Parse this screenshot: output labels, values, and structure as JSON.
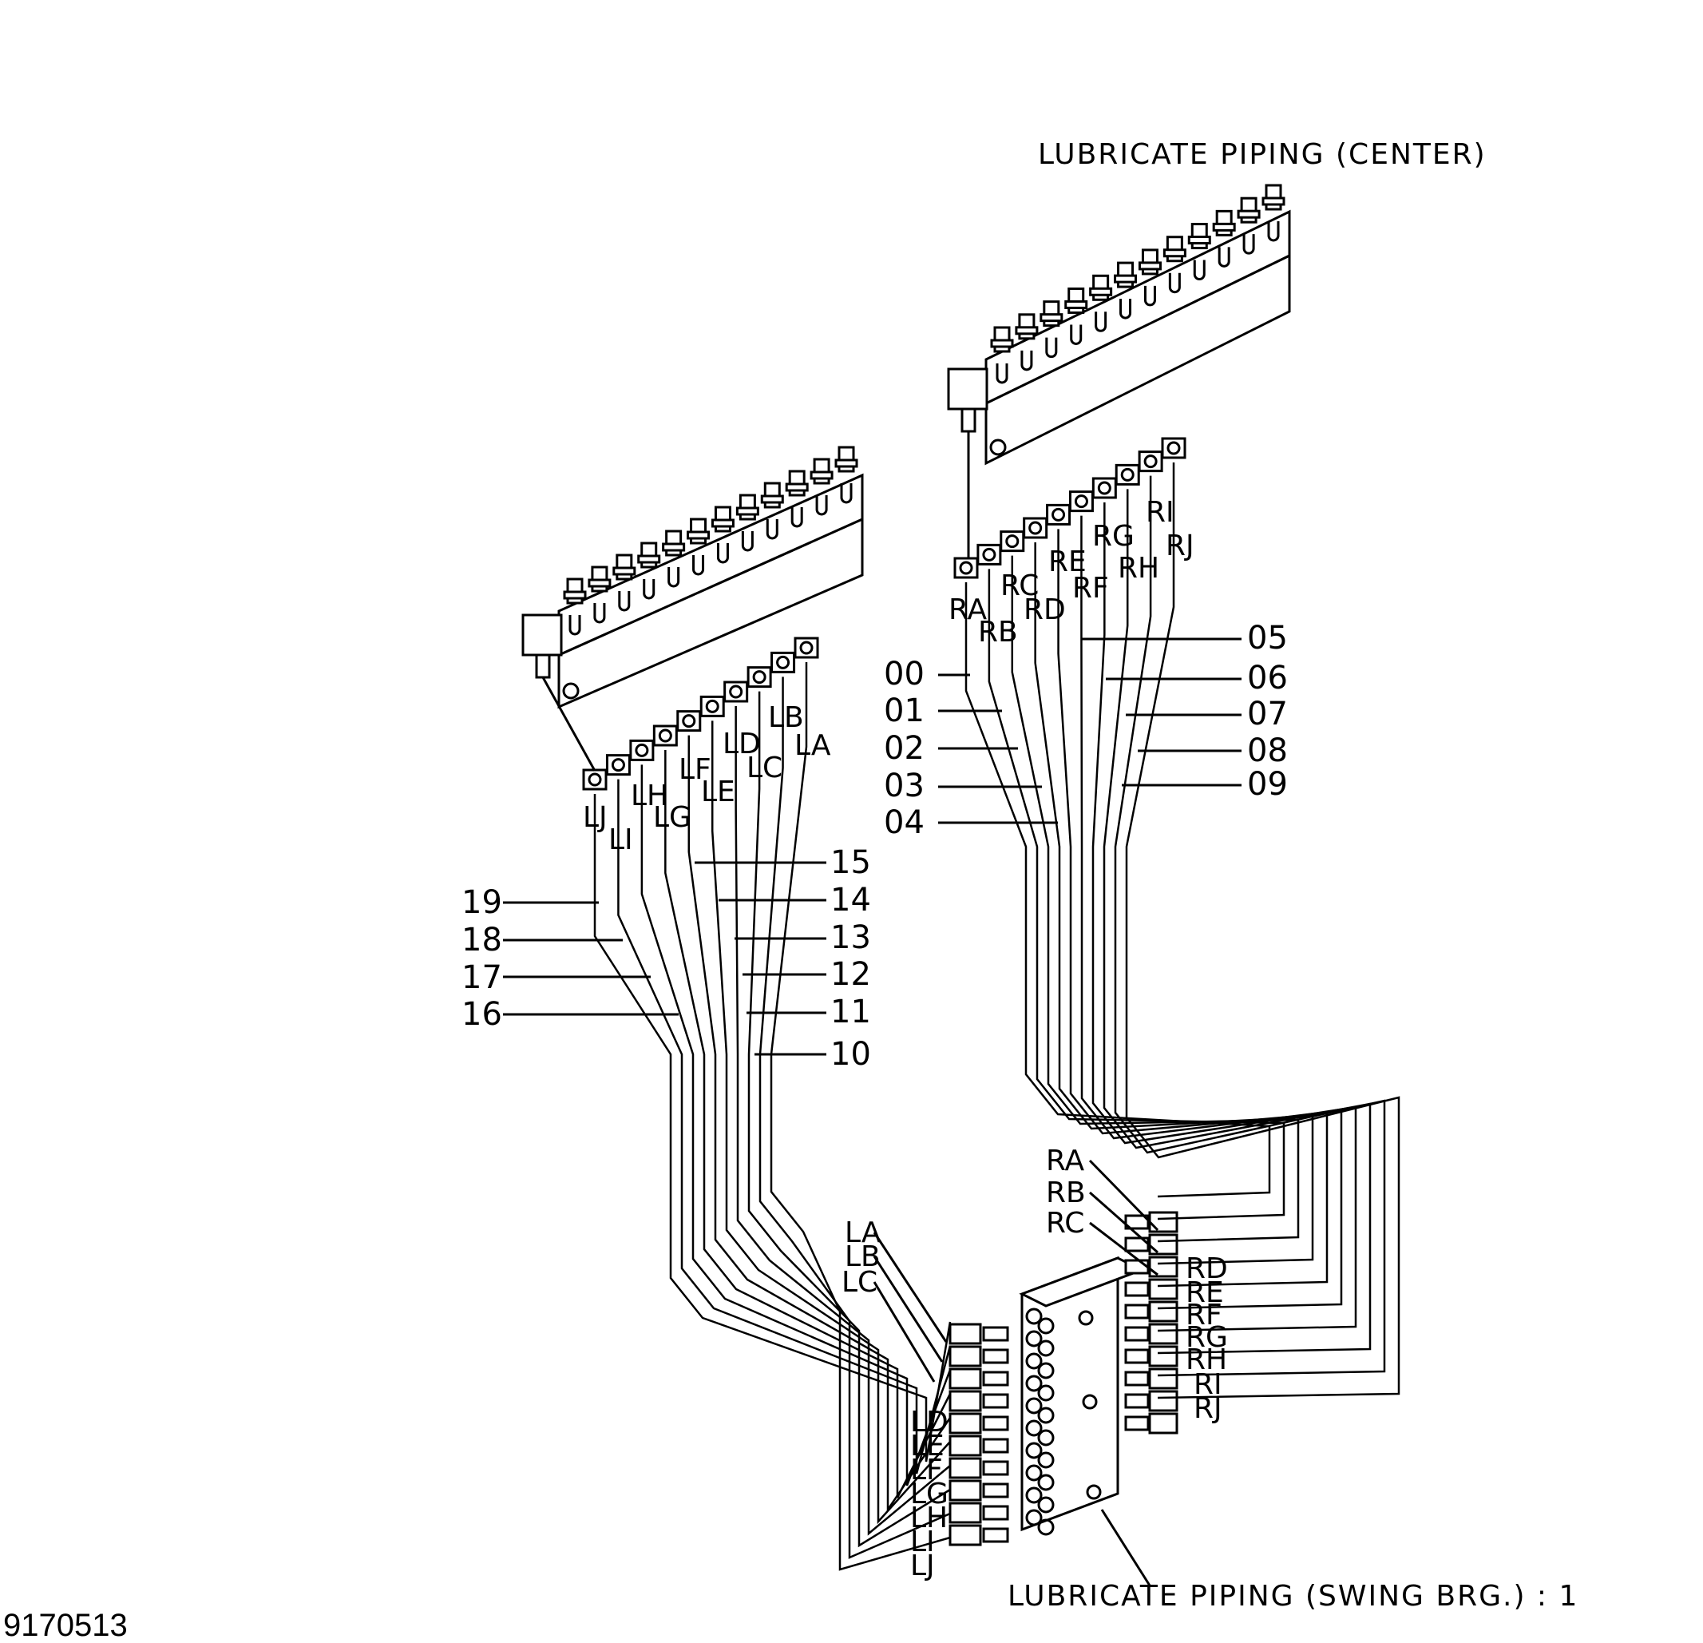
{
  "titles": {
    "center": "LUBRICATE PIPING (CENTER)",
    "swing": "LUBRICATE PIPING (SWING BRG.) : 1"
  },
  "drawing_number": "9170513",
  "right_block_labels": [
    "RA",
    "RB",
    "RC",
    "RD",
    "RE",
    "RF",
    "RG",
    "RH",
    "RI",
    "RJ"
  ],
  "left_block_labels": [
    "LJ",
    "LI",
    "LH",
    "LG",
    "LF",
    "LE",
    "LD",
    "LC",
    "LB",
    "LA"
  ],
  "right_pipe_numbers_left": [
    "00",
    "01",
    "02",
    "03",
    "04"
  ],
  "right_pipe_numbers_right": [
    "05",
    "06",
    "07",
    "08",
    "09"
  ],
  "left_pipe_numbers_left": [
    "19",
    "18",
    "17",
    "16"
  ],
  "left_pipe_numbers_right": [
    "15",
    "14",
    "13",
    "12",
    "11",
    "10"
  ],
  "swing_left_labels": [
    "LA",
    "LB",
    "LC",
    "LD",
    "LE",
    "LF",
    "LG",
    "LH",
    "LI",
    "LJ"
  ],
  "swing_right_labels": [
    "RA",
    "RB",
    "RC",
    "RD",
    "RE",
    "RF",
    "RG",
    "RH",
    "RI",
    "RJ"
  ]
}
